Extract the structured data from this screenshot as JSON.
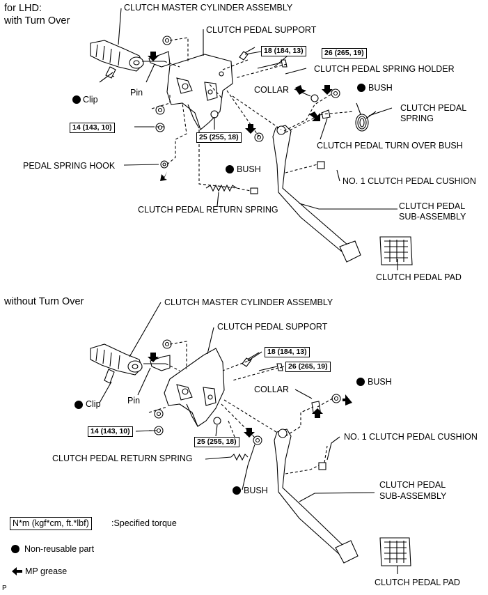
{
  "top": {
    "header_line1": "for LHD:",
    "header_line2": "with Turn Over",
    "master_cylinder": "CLUTCH  MASTER CYLINDER ASSEMBLY",
    "pedal_support": "CLUTCH PEDAL SUPPORT",
    "torque_18": "18 (184, 13)",
    "torque_26": "26 (265, 19)",
    "spring_holder": "CLUTCH PEDAL SPRING HOLDER",
    "collar": "COLLAR",
    "bush_right": "BUSH",
    "clip": "Clip",
    "pin": "Pin",
    "pedal_spring_line1": "CLUTCH PEDAL",
    "pedal_spring_line2": "SPRING",
    "torque_14": "14 (143, 10)",
    "torque_25": "25 (255, 18)",
    "turn_over_bush": "CLUTCH PEDAL TURN OVER BUSH",
    "bush_left": "BUSH",
    "spring_hook": "PEDAL SPRING HOOK",
    "cushion": "NO. 1 CLUTCH PEDAL CUSHION",
    "return_spring": "CLUTCH PEDAL RETURN SPRING",
    "sub_assembly_line1": "CLUTCH PEDAL",
    "sub_assembly_line2": "SUB-ASSEMBLY",
    "pedal_pad": "CLUTCH PEDAL PAD"
  },
  "bottom": {
    "header": "without Turn Over",
    "master_cylinder": "CLUTCH  MASTER CYLINDER ASSEMBLY",
    "pedal_support": "CLUTCH PEDAL SUPPORT",
    "torque_18": "18 (184, 13)",
    "torque_26": "26 (265, 19)",
    "collar": "COLLAR",
    "bush_right": "BUSH",
    "clip": "Clip",
    "pin": "Pin",
    "torque_14": "14 (143, 10)",
    "torque_25": "25 (255, 18)",
    "cushion": "NO. 1 CLUTCH PEDAL CUSHION",
    "return_spring": "CLUTCH PEDAL RETURN SPRING",
    "bush_left": "BUSH",
    "sub_assembly_line1": "CLUTCH PEDAL",
    "sub_assembly_line2": "SUB-ASSEMBLY",
    "pedal_pad": "CLUTCH PEDAL PAD"
  },
  "legend": {
    "torque_unit": "N*m (kgf*cm, ft.*lbf)",
    "torque_desc": ":Specified torque",
    "non_reusable": "Non-reusable part",
    "grease": "MP grease"
  },
  "footer_mark": "P",
  "colors": {
    "ink": "#000000",
    "paper": "#ffffff"
  },
  "icons": [
    "non-reusable-dot-icon",
    "grease-arrow-icon"
  ]
}
